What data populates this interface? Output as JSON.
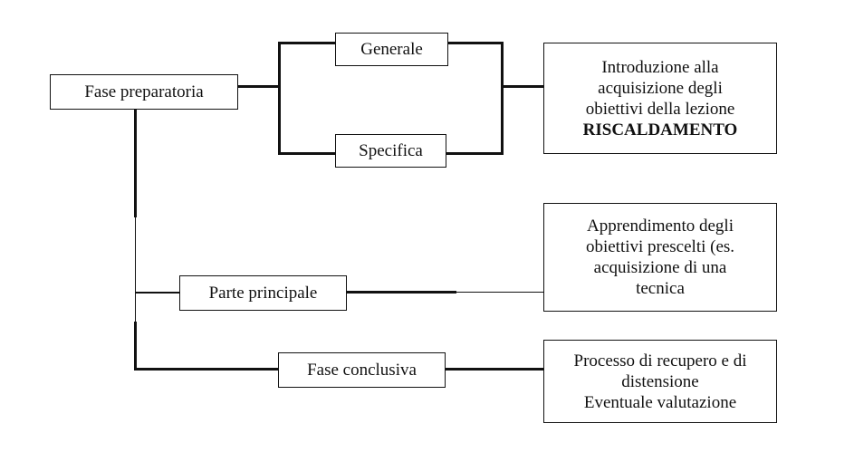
{
  "nodes": {
    "fase_preparatoria": "Fase preparatoria",
    "generale": "Generale",
    "specifica": "Specifica",
    "parte_principale": "Parte principale",
    "fase_conclusiva": "Fase conclusiva"
  },
  "descriptions": {
    "preparatoria": {
      "lines": [
        "Introduzione alla",
        "acquisizione degli",
        "obiettivi della lezione"
      ],
      "emphasis": "RISCALDAMENTO"
    },
    "principale": {
      "lines": [
        "Apprendimento degli",
        "obiettivi prescelti (es.",
        "acquisizione di una",
        "tecnica"
      ]
    },
    "conclusiva": {
      "lines": [
        "Processo di recupero e di",
        "distensione",
        "Eventuale valutazione"
      ]
    }
  }
}
